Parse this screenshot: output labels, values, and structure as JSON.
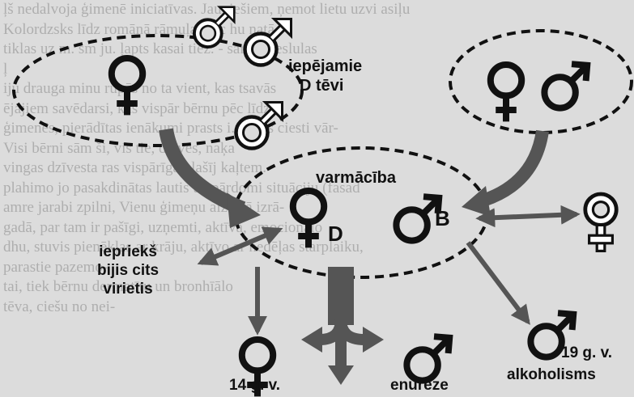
{
  "background_text": [
    "ļš nedalvoja ģimenē iniciatīvas. Jauniešiem, ņemot lietu uzvi asiļu",
    "Kolordzsks līdz romānā rāmuļa, pēc hu ņatā",
    "tiklas uz m. sm ju. ļapts kasai tiež. - sarona ieslulas",
    "ļ",
    "iju drauga minu rūpēs no ta vient, kas tsavās",
    "ējajiem savēdarsi, kas vispār bērnu pēc līdz",
    "ģimenēs, pierādītas ienākumi prasts i. savijs ciesti vār-",
    "Visi bērni sām ši, vis tie, dzīves, naķa",
    "vingas dzīvesta ras vispārīgā plašīj kaļtem.",
    "plahimo jo pasakdinātas lautis uz pārdomi situāciju (fasad",
    "amre jarabi zpilni, Vienu ģimeņu aizsērā izrā-",
    "gadā, par tam ir pašīgi, uzņemti, aktīva, emocionālo",
    "dhu, stuvis pienēkļas ar krāju, aktīvo ar nedēļas starplaiku,",
    "parastie pazemo-",
    "tai, tiek bērnu dermatītu un bronhīālo",
    "tēva, ciešu no nei-"
  ],
  "labels": {
    "previous_fathers": [
      "iepējamie",
      "D tēvi"
    ],
    "guardianship": "varmācība",
    "child_d": "D",
    "child_b": "B",
    "previous_man": [
      "iepriekš",
      "bijis cits",
      "virietis"
    ],
    "age_14": "14 g. v.",
    "enuresis": "enurēze",
    "age_19": "19 g. v.",
    "alcoholism": "alkoholisms"
  },
  "colors": {
    "background": "#dcdcdc",
    "ink": "#111111",
    "arrow_fill": "#555555",
    "background_text": "#8a8a8a"
  }
}
